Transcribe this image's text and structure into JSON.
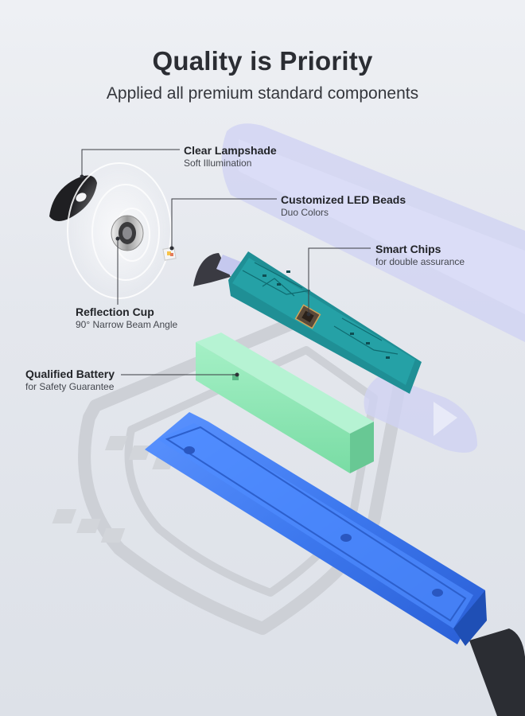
{
  "header": {
    "title": "Quality is Priority",
    "subtitle": "Applied all premium standard components"
  },
  "callouts": [
    {
      "name": "Clear Lampshade",
      "desc": "Soft Illumination"
    },
    {
      "name": "Customized LED Beads",
      "desc": "Duo Colors"
    },
    {
      "name": "Smart Chips",
      "desc": "for double assurance"
    },
    {
      "name": "Reflection Cup",
      "desc": "90° Narrow Beam Angle"
    },
    {
      "name": "Qualified Battery",
      "desc": "for Safety Guarantee"
    }
  ],
  "colors": {
    "background": "#e6e9ee",
    "pcb": "#1f8f95",
    "battery": "#8ee7b4",
    "housing": "#3e7bef",
    "lens": "#1c1c1e",
    "ribbon": "#c9cdf0",
    "shield": "#cfd2d8"
  }
}
